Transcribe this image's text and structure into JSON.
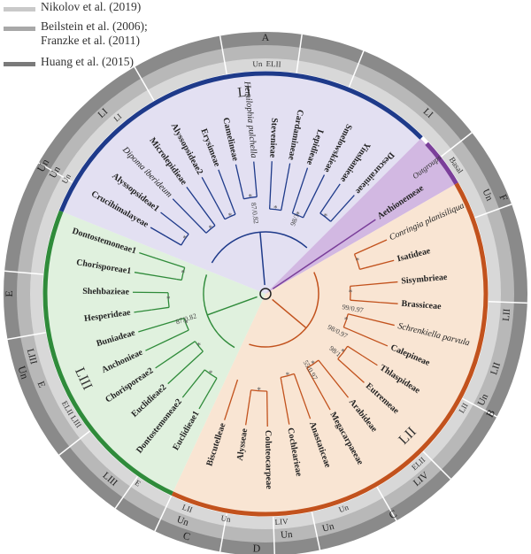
{
  "legend": [
    {
      "text": "Nikolov et al. (2019)",
      "color": "#c9c9c9"
    },
    {
      "text": "Beilstein et al. (2006);\nFranzke et al. (2011)",
      "color": "#a8a8a8"
    },
    {
      "text": "Huang et al. (2015)",
      "color": "#7a7a7a"
    }
  ],
  "colors": {
    "lineage_I": "#1e3a8a",
    "lineage_I_fill": "#d9d5ee",
    "lineage_II": "#c2521d",
    "lineage_II_fill": "#f7dcc4",
    "lineage_III": "#2f8b3a",
    "lineage_III_fill": "#d6ecd3",
    "basal": "#7b3f9a",
    "basal_fill": "#cdb0df",
    "ring_outer": "#8a8a8a",
    "ring_mid": "#b8b8b8",
    "ring_inner": "#d8d8d8"
  },
  "outer_ring": [
    {
      "label": "A",
      "a0": 0,
      "a1": 360
    },
    {
      "label": "F",
      "a0": 0,
      "a1": 360
    },
    {
      "label": "B",
      "a0": 0,
      "a1": 360
    },
    {
      "label": "C",
      "a0": 0,
      "a1": 360
    },
    {
      "label": "D",
      "a0": 0,
      "a1": 360
    },
    {
      "label": "C",
      "a0": 0,
      "a1": 360
    },
    {
      "label": "E",
      "a0": 0,
      "a1": 360
    },
    {
      "label": "Un",
      "a0": 0,
      "a1": 360
    },
    {
      "label": "Un",
      "a0": 0,
      "a1": 360
    }
  ],
  "ring_labels": {
    "mid": [
      "LI",
      "LI",
      "Un",
      "LII",
      "Un",
      "LII",
      "LIV",
      "Un",
      "LIII",
      "Un",
      "Un",
      "LIII",
      "E",
      "Un"
    ],
    "inner": [
      "ELII",
      "Un",
      "Basal",
      "ELII",
      "Un",
      "LIV",
      "Un",
      "LII",
      "E",
      "LIII",
      "LII",
      "Un",
      "ELII",
      "LI"
    ]
  },
  "clade_labels": {
    "LI": "LI",
    "LII": "LII",
    "LIII": "LIII"
  },
  "lineage_I_taxa": [
    "Crucihimalayeae",
    "Alyssopsideae1",
    "Dipoma iberideum",
    "Microlepidieae",
    "Alyssopsideae2",
    "Erysimeae",
    "Camelineae",
    "Hemilophia pulchella",
    "Stevenieae",
    "Cardamineae",
    "Lepidieae",
    "Smelowskieae",
    "Yinshanieae",
    "Descurainieae"
  ],
  "basal_taxa": [
    "Aethionemeae"
  ],
  "basal_label": "Outgroups",
  "lineage_II_taxa": [
    "Conringia planisiliqua",
    "Isatideae",
    "Sisymbrieae",
    "Brassiceae",
    "Schrenkiella parvula",
    "Calepineae",
    "Thlaspideae",
    "Eutremeae",
    "Arabideae",
    "Megacarpaeeae",
    "Anastaticeae",
    "Cochlearieae",
    "Coluteocarpeae",
    "Alysseae",
    "Biscutelleae"
  ],
  "lineage_III_taxa": [
    "Euclidieae1",
    "Dontostemoneae2",
    "Euclidieae2",
    "Chorisporeae2",
    "Anchonieae",
    "Buniadeae",
    "Hesperideae",
    "Shehbazieae",
    "Chorisporeae1",
    "Dontostemoneae1"
  ],
  "support_labels": [
    "87/0.82",
    "98/1",
    "99/0.97",
    "98/0.97",
    "55/0.97",
    "98/1",
    "87/0.82"
  ]
}
